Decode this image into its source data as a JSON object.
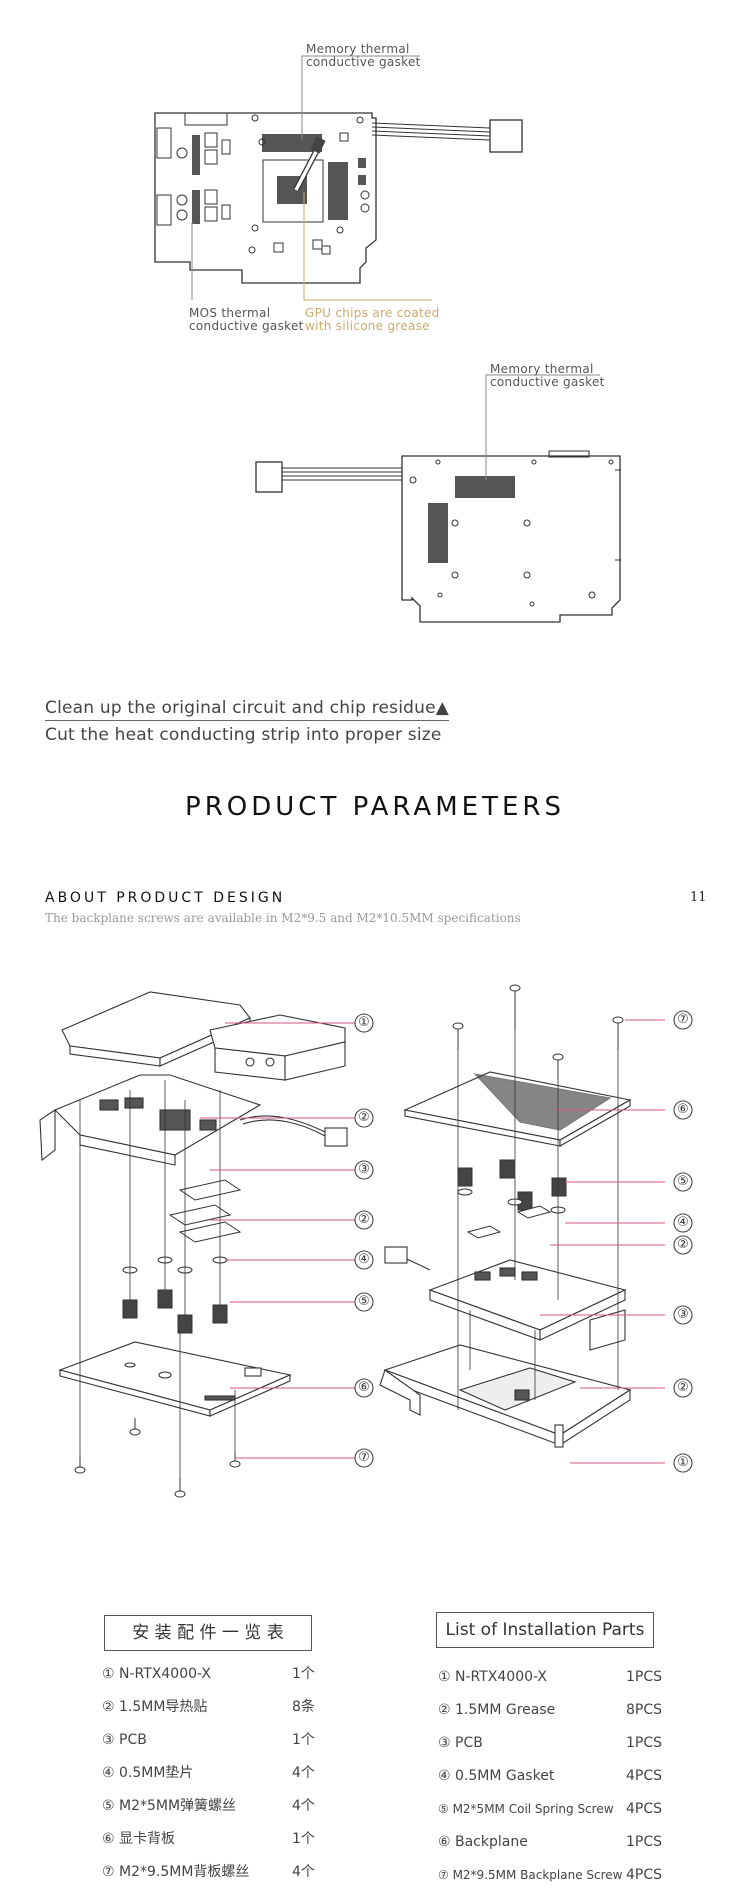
{
  "top_diagram": {
    "callout_memory": [
      "Memory thermal",
      "conductive gasket"
    ],
    "callout_mos": [
      "MOS thermal",
      "conductive gasket"
    ],
    "callout_gpu": [
      "GPU chips are coated",
      "with silicone grease"
    ]
  },
  "back_diagram": {
    "callout_memory": [
      "Memory thermal",
      "conductive gasket"
    ]
  },
  "instructions": [
    "Clean up the original circuit and chip residue▲",
    "Cut the heat conducting strip into proper size"
  ],
  "section_title": "PRODUCT PARAMETERS",
  "about": {
    "heading": "ABOUT PRODUCT DESIGN",
    "page_number": "11",
    "subtitle": "The backplane screws are available in M2*9.5 and M2*10.5MM specifications"
  },
  "exploded_left_labels": [
    "①",
    "②",
    "③",
    "②",
    "④",
    "⑤",
    "⑥",
    "⑦"
  ],
  "exploded_right_labels": [
    "⑦",
    "⑥",
    "⑤",
    "④",
    "②",
    "③",
    "②",
    "①"
  ],
  "parts_cn": {
    "title": "安 装 配 件 一 览 表",
    "rows": [
      {
        "name": "① N-RTX4000-X",
        "qty": "1个"
      },
      {
        "name": "② 1.5MM导热贴",
        "qty": "8条"
      },
      {
        "name": "③ PCB",
        "qty": "1个"
      },
      {
        "name": "④ 0.5MM垫片",
        "qty": "4个"
      },
      {
        "name": "⑤ M2*5MM弹簧螺丝",
        "qty": "4个"
      },
      {
        "name": "⑥ 显卡背板",
        "qty": "1个"
      },
      {
        "name": "⑦ M2*9.5MM背板螺丝",
        "qty": "4个"
      }
    ]
  },
  "parts_en": {
    "title": "List of Installation Parts",
    "rows": [
      {
        "name": "① N-RTX4000-X",
        "qty": "1PCS"
      },
      {
        "name": "② 1.5MM Grease",
        "qty": "8PCS"
      },
      {
        "name": "③ PCB",
        "qty": "1PCS"
      },
      {
        "name": "④ 0.5MM Gasket",
        "qty": "4PCS"
      },
      {
        "name": "⑤ M2*5MM Coil Spring Screw",
        "qty": "4PCS"
      },
      {
        "name": "⑥ Backplane",
        "qty": "1PCS"
      },
      {
        "name": "⑦ M2*9.5MM Backplane Screw",
        "qty": "4PCS"
      }
    ]
  },
  "colors": {
    "accent_pink": "#d4568b",
    "gold": "#c9a96e",
    "chip": "#555555"
  }
}
